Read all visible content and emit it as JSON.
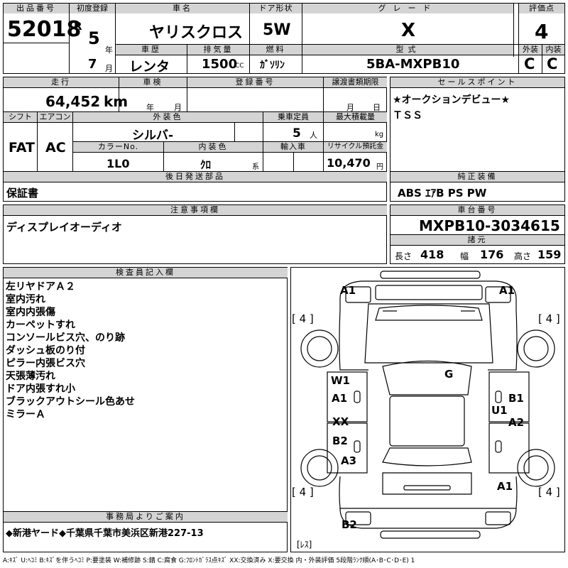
{
  "header": {
    "listing_no_label": "出品番号",
    "listing_no": "52018",
    "reg_label": "初度登録",
    "reg_era": "R",
    "reg_year": "5",
    "reg_year_unit": "年",
    "reg_month": "7",
    "reg_month_unit": "月",
    "name_label": "車名",
    "name": "ヤリスクロス",
    "doors_label": "ドア形状",
    "doors": "5W",
    "grade_label": "グレード",
    "grade": "X",
    "score_label": "評価点",
    "score": "4",
    "history_label": "車歴",
    "history": "レンタ",
    "displacement_label": "排気量",
    "displacement": "1500",
    "displacement_unit": "CC",
    "fuel_label": "燃料",
    "fuel": "ｶﾞｿﾘﾝ",
    "model_label": "型式",
    "model": "5BA-MXPB10",
    "ext_label": "外装",
    "ext": "C",
    "int_label": "内装",
    "int": "C"
  },
  "row2": {
    "mileage_label": "走行",
    "mileage": "64,452",
    "mileage_unit": "km",
    "inspection_label": "車検",
    "insp_year_unit": "年",
    "insp_month_unit": "月",
    "plate_label": "登録番号",
    "doc_label": "譲渡書類期限",
    "doc_month_unit": "月",
    "doc_day_unit": "日",
    "shift_label": "シフト",
    "shift": "FAT",
    "ac_label": "エアコン",
    "ac": "AC",
    "color_label": "外装色",
    "color": "シルバ-",
    "capacity_label": "乗車定員",
    "capacity": "5",
    "capacity_unit": "人",
    "load_label": "最大積載量",
    "load_unit": "kg",
    "color_no_label": "カラーNo.",
    "color_no": "1L0",
    "int_color_label": "内装色",
    "int_color": "ｸﾛ",
    "int_color_unit": "系",
    "import_label": "輸入車",
    "recycle_label": "リサイクル預託金",
    "recycle": "10,470",
    "recycle_unit": "円",
    "later_label": "後日発送部品",
    "later": "保証書"
  },
  "sales": {
    "label": "セールスポイント",
    "lines": [
      "★オークションデビュー★",
      "ＴＳＳ"
    ],
    "equip_label": "純正装備",
    "equip": "ABS ｴｱB PS PW"
  },
  "notes": {
    "label": "注意事項欄",
    "text": "ディスプレイオーディオ"
  },
  "chassis": {
    "label": "車台番号",
    "number": "MXPB10-3034615",
    "spec_label": "諸元",
    "length_label": "長さ",
    "length": "418",
    "width_label": "幅",
    "width": "176",
    "height_label": "高さ",
    "height": "159"
  },
  "inspector": {
    "label": "検査員記入欄",
    "lines": [
      "左リヤドアＡ２",
      "室内汚れ",
      "室内内張傷",
      "カーペットすれ",
      "コンソールビス穴、のり跡",
      "ダッシュ板のり付",
      "ピラー内張ビス穴",
      "天張薄汚れ",
      "ドア内張すれ小",
      "ブラックアウトシール色あせ",
      "ミラーＡ"
    ]
  },
  "office": {
    "label": "事務局よりご案内",
    "text": "◆新港ヤード◆千葉県千葉市美浜区新港227-13"
  },
  "diagram": {
    "marks": {
      "a1_fl": "A1",
      "a1_fr": "A1",
      "tire_fl": "[ 4 ]",
      "tire_fr": "[ 4 ]",
      "g": "G",
      "w1": "W1",
      "a1_l": "A1",
      "b1": "B1",
      "u1": "U1",
      "xx": "XX",
      "a2": "A2",
      "b2_l": "B2",
      "a3": "A3",
      "tire_rl": "[ 4 ]",
      "tire_rr": "[ 4 ]",
      "a1_r": "A1",
      "b2_rear": "B2",
      "less": "[ﾚｽ]"
    }
  },
  "legend": "A:ｷｽﾞ U:ﾍｺﾐ B:ｷｽﾞを伴うﾍｺﾐ P:要塗装 W:補修跡 S:錆 C:腐食 G:ﾌﾛﾝﾄｶﾞﾗｽ点ｷｽﾞ XX:交換済み X:要交換 内・外装評価 5段階ﾗﾝｸ順(A･B･C･D･E) 1"
}
